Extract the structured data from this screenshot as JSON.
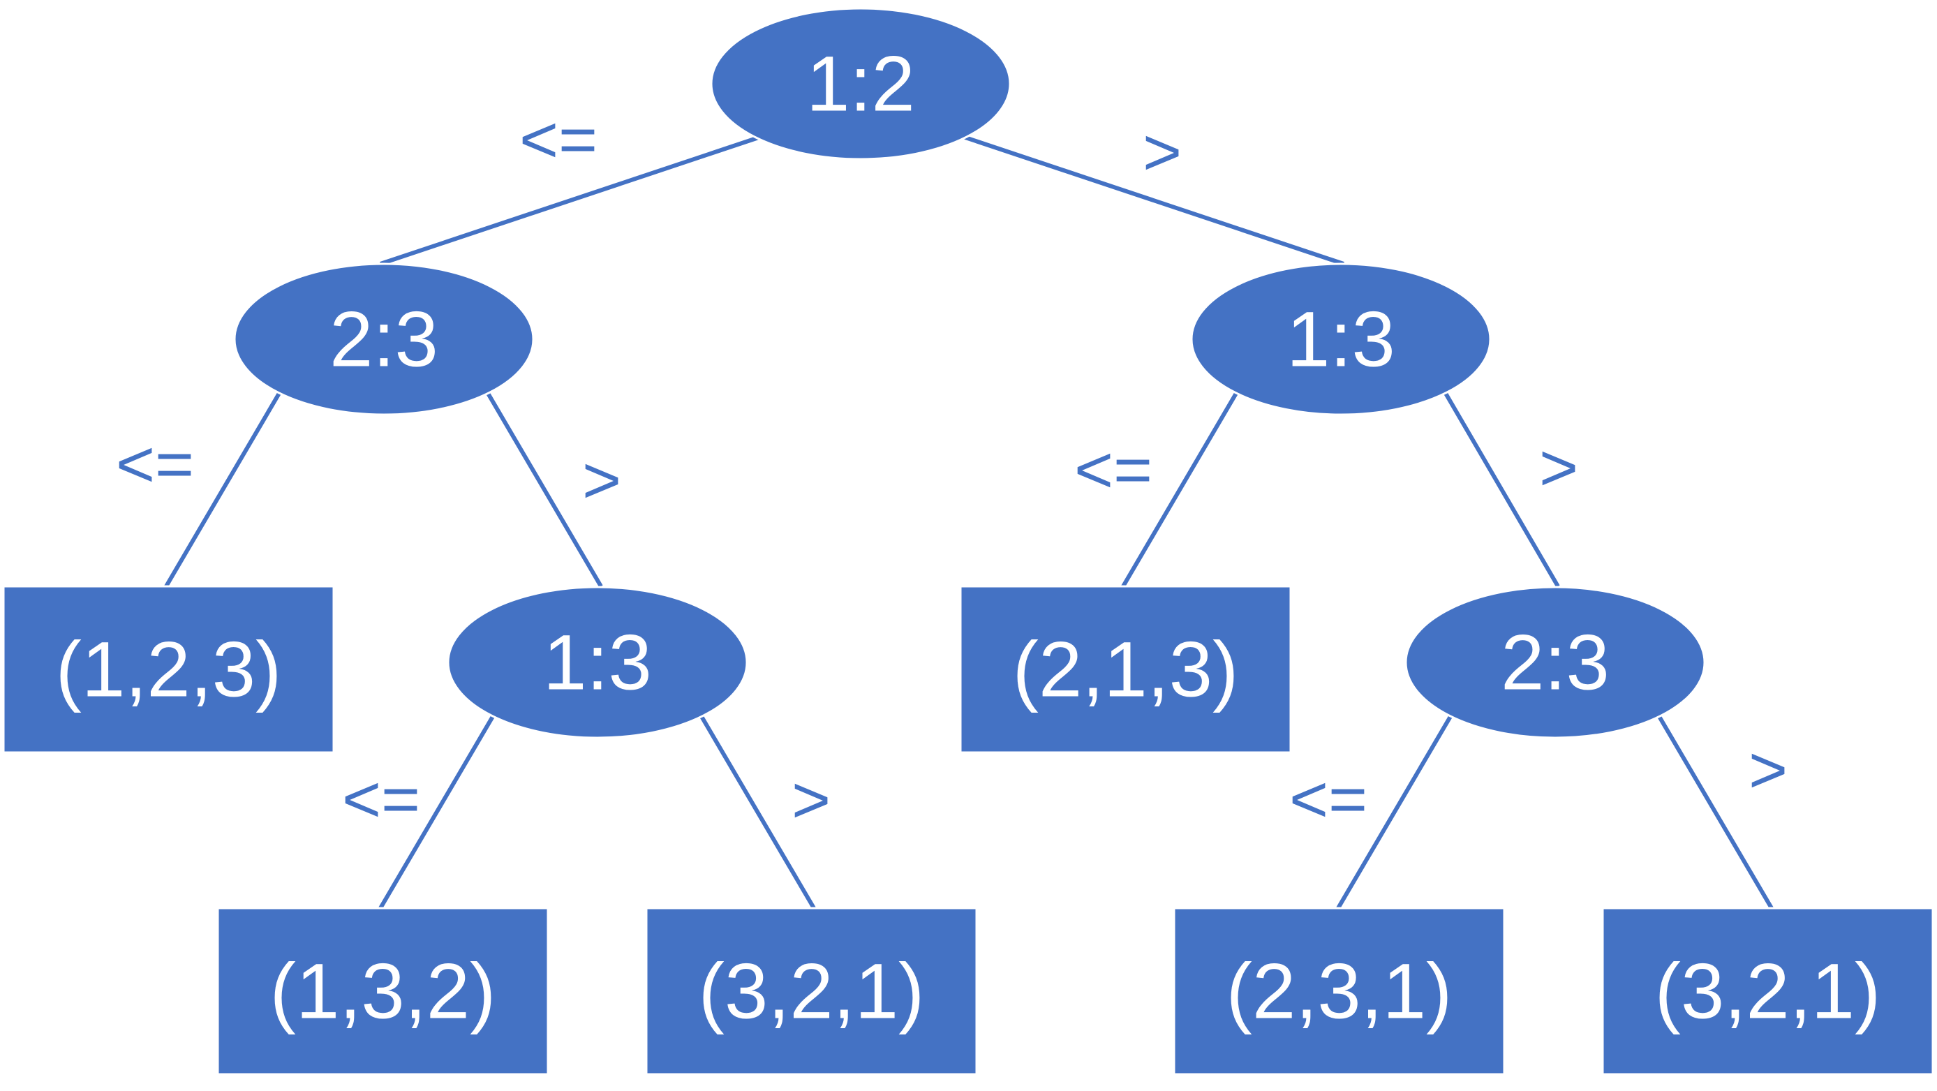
{
  "diagram": {
    "colors": {
      "node_fill": "#4472C4",
      "node_text": "#FFFFFF",
      "edge": "#4472C4",
      "edge_label": "#4472C4",
      "background": "#FFFFFF"
    },
    "nodes": [
      {
        "id": "n-root",
        "kind": "decision",
        "label": "1:2"
      },
      {
        "id": "n-l",
        "kind": "decision",
        "label": "2:3"
      },
      {
        "id": "n-r",
        "kind": "decision",
        "label": "1:3"
      },
      {
        "id": "n-lr",
        "kind": "decision",
        "label": "1:3"
      },
      {
        "id": "n-rr",
        "kind": "decision",
        "label": "2:3"
      },
      {
        "id": "n-ll",
        "kind": "leaf",
        "label": "(1,2,3)"
      },
      {
        "id": "n-lrl",
        "kind": "leaf",
        "label": "(1,3,2)"
      },
      {
        "id": "n-lrr",
        "kind": "leaf",
        "label": "(3,2,1)"
      },
      {
        "id": "n-rl",
        "kind": "leaf",
        "label": "(2,1,3)"
      },
      {
        "id": "n-rrl",
        "kind": "leaf",
        "label": "(2,3,1)"
      },
      {
        "id": "n-rrr",
        "kind": "leaf",
        "label": "(3,2,1)"
      }
    ],
    "edges": [
      {
        "from": "n-root",
        "to": "n-l",
        "label": "<="
      },
      {
        "from": "n-root",
        "to": "n-r",
        "label": ">"
      },
      {
        "from": "n-l",
        "to": "n-ll",
        "label": "<="
      },
      {
        "from": "n-l",
        "to": "n-lr",
        "label": ">"
      },
      {
        "from": "n-lr",
        "to": "n-lrl",
        "label": "<="
      },
      {
        "from": "n-lr",
        "to": "n-lrr",
        "label": ">"
      },
      {
        "from": "n-r",
        "to": "n-rl",
        "label": "<="
      },
      {
        "from": "n-r",
        "to": "n-rr",
        "label": ">"
      },
      {
        "from": "n-rr",
        "to": "n-rrl",
        "label": "<="
      },
      {
        "from": "n-rr",
        "to": "n-rrr",
        "label": ">"
      }
    ]
  }
}
